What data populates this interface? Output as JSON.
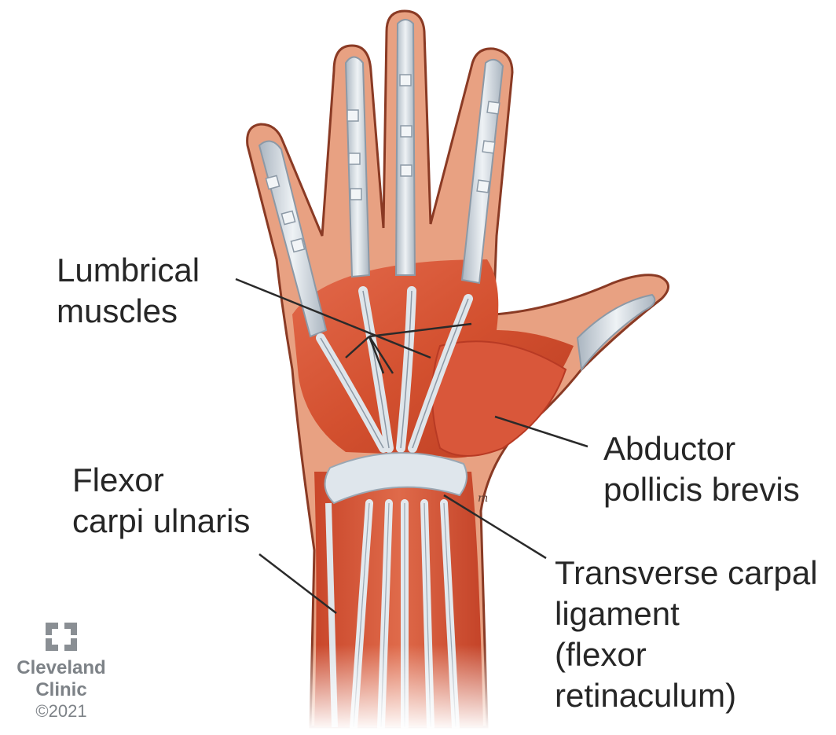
{
  "labels": {
    "lumbrical": [
      "Lumbrical",
      "muscles"
    ],
    "abductor": [
      "Abductor",
      "pollicis brevis"
    ],
    "flexor": [
      "Flexor",
      "carpi ulnaris"
    ],
    "transverse": [
      "Transverse carpal",
      "ligament",
      "(flexor",
      "retinaculum)"
    ]
  },
  "logo": {
    "name_lines": [
      "Cleveland",
      "Clinic"
    ],
    "copyright": "©2021"
  },
  "colors": {
    "muscle": "#d9573a",
    "muscle_dark": "#b83a24",
    "skin": "#e8a182",
    "tendon": "#d6dde4",
    "tendon_shade": "#a9b4bf",
    "leader_line": "#2a2a2a",
    "label_text": "#262626",
    "logo_gray": "#8a8f94"
  },
  "icons": [
    "cleveland-clinic-logo-icon",
    "artist-signature-icon"
  ]
}
